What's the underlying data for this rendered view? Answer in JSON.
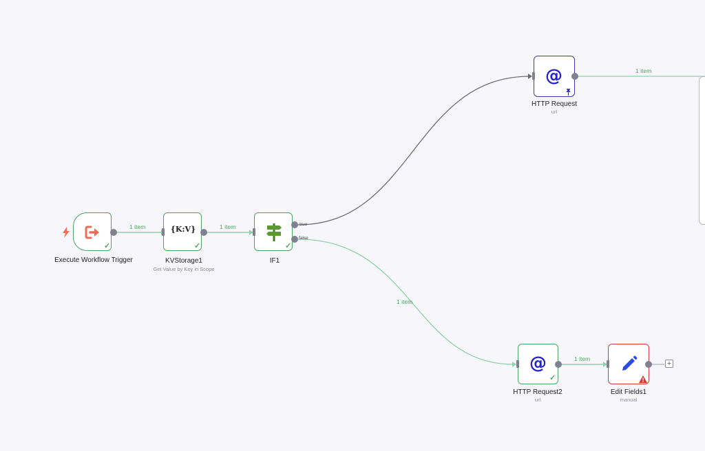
{
  "colors": {
    "canvas_bg": "#f7f7fb",
    "success": "#4aa562",
    "pinned": "#3a3aa6",
    "error": "#d33b3b",
    "port": "#7f8090",
    "wire_true": "#6b6b75",
    "wire_success": "#8fd1a9"
  },
  "nodes": {
    "trigger": {
      "label": "Execute Workflow Trigger",
      "icon": "sign-out-icon"
    },
    "kvstorage": {
      "label": "KVStorage1",
      "subtitle": "Get Value by Key in Scope",
      "icon_text": "{K:V}"
    },
    "if1": {
      "label": "IF1",
      "icon": "signpost-icon",
      "port_true": "true",
      "port_false": "false"
    },
    "http_request": {
      "label": "HTTP Request",
      "subtitle": "url",
      "icon": "at-icon"
    },
    "http_request2": {
      "label": "HTTP Request2",
      "subtitle": "url",
      "icon": "at-icon"
    },
    "edit_fields": {
      "label": "Edit Fields1",
      "subtitle": "manual",
      "icon": "pencil-icon"
    }
  },
  "edges": {
    "trigger_kv": "1 item",
    "kv_if": "1 item",
    "if_false_http2": "1 item",
    "http2_edit": "1 item",
    "http_out": "1 item"
  }
}
